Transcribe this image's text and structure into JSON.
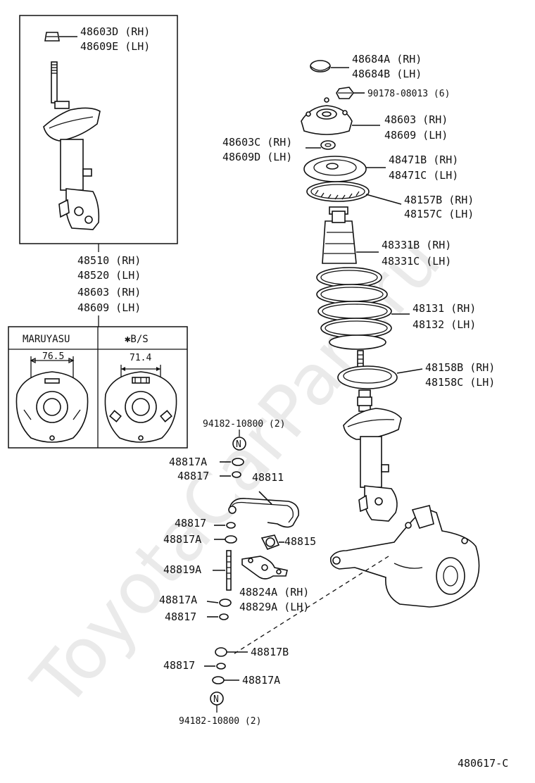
{
  "watermark": "ToyotaCarPart.ru",
  "diagram_code": "480617-C",
  "strut_assembly": {
    "line1": "48510 (RH)",
    "line2": "48520 (LH)"
  },
  "strut_nut": {
    "line1": "48603D (RH)",
    "line2": "48609E (LH)"
  },
  "support_note": {
    "line1": "48603 (RH)",
    "line2": "48609 (LH)"
  },
  "support_table": {
    "col1_header": "MARUYASU",
    "col2_header": "✱B/S",
    "col1_dim": "76.5",
    "col2_dim": "71.4"
  },
  "parts": {
    "cap": {
      "line1": "48684A (RH)",
      "line2": "48684B (LH)"
    },
    "nut": {
      "line1": "90178-08013 (6)"
    },
    "support": {
      "line1": "48603 (RH)",
      "line2": "48609 (LH)"
    },
    "bearing": {
      "line1": "48603C (RH)",
      "line2": "48609D (LH)"
    },
    "upper_seat": {
      "line1": "48471B (RH)",
      "line2": "48471C (LH)"
    },
    "insulator": {
      "line1": "48157B (RH)",
      "line2": "48157C (LH)"
    },
    "bump_stop": {
      "line1": "48331B (RH)",
      "line2": "48331C (LH)"
    },
    "spring": {
      "line1": "48131 (RH)",
      "line2": "48132 (LH)"
    },
    "lower_insulator": {
      "line1": "48158B (RH)",
      "line2": "48158C (LH)"
    },
    "nut_top": {
      "line1": "94182-10800 (2)"
    },
    "nut_bottom": {
      "line1": "94182-10800 (2)"
    },
    "washer_a1": "48817A",
    "washer_1": "48817",
    "stabilizer": "48811",
    "washer_2": "48817",
    "washer_a2": "48817A",
    "bushing": "48815",
    "link_bolt": "48819A",
    "bracket": {
      "line1": "48824A (RH)",
      "line2": "48829A (LH)"
    },
    "washer_a3": "48817A",
    "washer_3": "48817",
    "washer_b": "48817B",
    "washer_4": "48817",
    "washer_a4": "48817A"
  }
}
